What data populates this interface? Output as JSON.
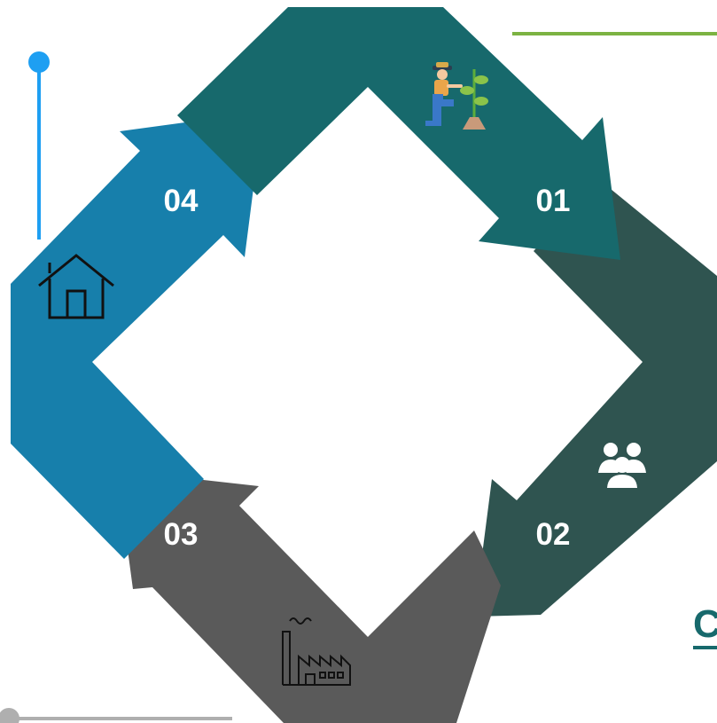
{
  "colors": {
    "step_01": "#17696C",
    "step_02": "#2F5450",
    "step_03": "#5A5A5A",
    "step_04": "#177FAB",
    "accent_blue": "#1E9FF2",
    "accent_green": "#7CB342",
    "accent_grey": "#AFAFAF"
  },
  "cycle": {
    "steps": [
      {
        "number": "01",
        "icon": "farmer-planting-icon"
      },
      {
        "number": "02",
        "icon": "people-group-icon"
      },
      {
        "number": "03",
        "icon": "factory-icon"
      },
      {
        "number": "04",
        "icon": "house-icon"
      }
    ]
  },
  "cut_off_text": "C"
}
